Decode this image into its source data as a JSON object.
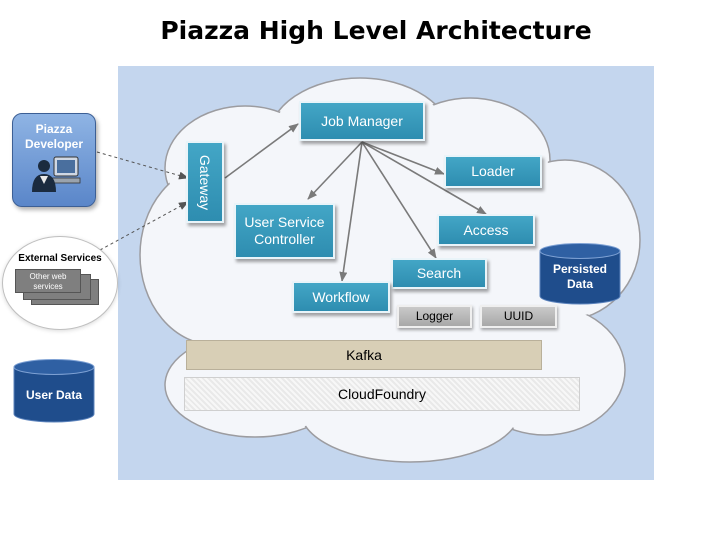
{
  "title": "Piazza High Level Architecture",
  "components": {
    "job_manager": "Job Manager",
    "gateway": "Gateway",
    "loader": "Loader",
    "user_service_controller": "User Service Controller",
    "access": "Access",
    "search": "Search",
    "workflow": "Workflow",
    "logger": "Logger",
    "uuid": "UUID",
    "kafka": "Kafka",
    "cloudfoundry": "CloudFoundry"
  },
  "external": {
    "developer": "Piazza Developer",
    "external_services": "External Services",
    "other_web_services": "Other web services",
    "user_data": "User Data",
    "persisted_data": "Persisted Data"
  },
  "colors": {
    "panel": "#c4d6ee",
    "component": "#3a9cc0",
    "kafka": "#d8cfb6",
    "database": "#1f4d8c"
  },
  "icons": [
    "developer-computer-icon",
    "database-cylinder-icon"
  ]
}
